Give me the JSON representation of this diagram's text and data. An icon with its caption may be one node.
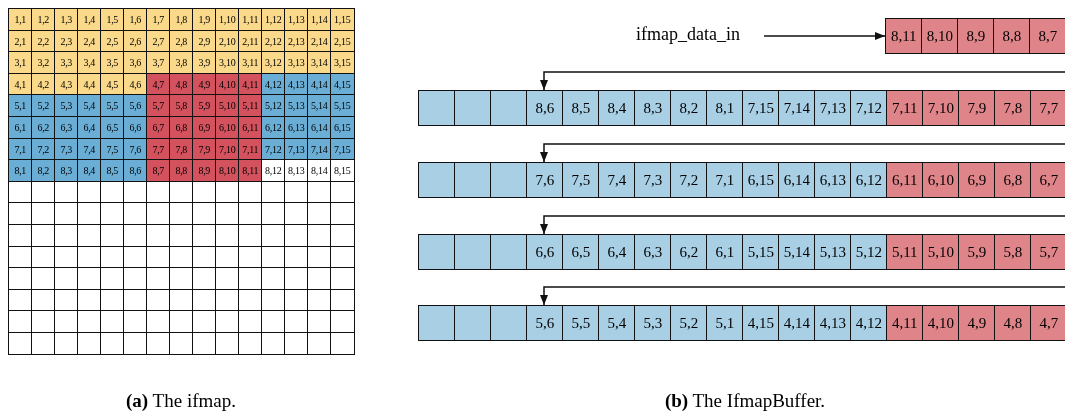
{
  "diagram": {
    "nodes": [
      {
        "text": [
          "1,1",
          "1,2",
          "1,3",
          "1,4",
          "1,5",
          "1,6",
          "1,7",
          "1,8",
          "1,9",
          "1,10",
          "1,11",
          "1,12",
          "1,13",
          "1,14",
          "1,15",
          "2,1",
          "2,2",
          "2,3",
          "2,4",
          "2,5",
          "2,6",
          "2,7",
          "2,8",
          "2,9",
          "2,10",
          "2,11",
          "2,12",
          "2,13",
          "2,14",
          "2,15",
          "3,1",
          "3,2",
          "3,3",
          "3,4",
          "3,5",
          "3,6",
          "3,7",
          "3,8",
          "3,9",
          "3,10",
          "3,11",
          "3,12",
          "3,13",
          "3,14",
          "3,15",
          "4,1",
          "4,2",
          "4,3",
          "4,4",
          "4,5",
          "4,6",
          "4,7",
          "4,8",
          "4,9",
          "4,10",
          "4,11",
          "4,12",
          "4,13",
          "4,14",
          "4,15",
          "5,1",
          "5,2",
          "5,3",
          "5,4",
          "5,5",
          "5,6",
          "5,7",
          "5,8",
          "5,9",
          "5,10",
          "5,11",
          "5,12",
          "5,13",
          "5,14",
          "5,15",
          "6,1",
          "6,2",
          "6,3",
          "6,4",
          "6,5",
          "6,6",
          "6,7",
          "6,8",
          "6,9",
          "6,10",
          "6,11",
          "6,12",
          "6,13",
          "6,14",
          "6,15",
          "7,1",
          "7,2",
          "7,3",
          "7,4",
          "7,5",
          "7,6",
          "7,7",
          "7,8",
          "7,9",
          "7,10",
          "7,11",
          "7,12",
          "7,13",
          "7,14",
          "7,15",
          "8,1",
          "8,2",
          "8,3",
          "8,4",
          "8,5",
          "8,6",
          "8,7",
          "8,8",
          "8,9",
          "8,10",
          "8,11",
          "8,12",
          "8,13",
          "8,14",
          "8,15"
        ]
      },
      {
        "text": [
          "ifmap_data_in"
        ]
      },
      {
        "text": [
          "8,11",
          "8,10",
          "8,9",
          "8,8",
          "8,7"
        ]
      },
      {
        "text": [
          "8,6",
          "8,5",
          "8,4",
          "8,3",
          "8,2",
          "8,1",
          "7,15",
          "7,14",
          "7,13",
          "7,12",
          "7,11",
          "7,10",
          "7,9",
          "7,8",
          "7,7"
        ]
      },
      {
        "text": [
          "7,6",
          "7,5",
          "7,4",
          "7,3",
          "7,2",
          "7,1",
          "6,15",
          "6,14",
          "6,13",
          "6,12",
          "6,11",
          "6,10",
          "6,9",
          "6,8",
          "6,7"
        ]
      },
      {
        "text": [
          "6,6",
          "6,5",
          "6,4",
          "6,3",
          "6,2",
          "6,1",
          "5,15",
          "5,14",
          "5,13",
          "5,12",
          "5,11",
          "5,10",
          "5,9",
          "5,8",
          "5,7"
        ]
      },
      {
        "text": [
          "5,6",
          "5,5",
          "5,4",
          "5,3",
          "5,2",
          "5,1",
          "4,15",
          "4,14",
          "4,13",
          "4,12",
          "4,11",
          "4,10",
          "4,9",
          "4,8",
          "4,7"
        ]
      }
    ],
    "edges": [
      {
        "from": 1,
        "to": 2,
        "arrow": "to"
      },
      {
        "from": null,
        "to": 3,
        "arrow": "to"
      },
      {
        "from": null,
        "to": 4,
        "arrow": "to"
      },
      {
        "from": null,
        "to": 5,
        "arrow": "to"
      },
      {
        "from": null,
        "to": 6,
        "arrow": "to"
      }
    ],
    "labels": [
      "**(a)** The ifmap.",
      "**(b)** The IfmapBuffer."
    ]
  }
}
